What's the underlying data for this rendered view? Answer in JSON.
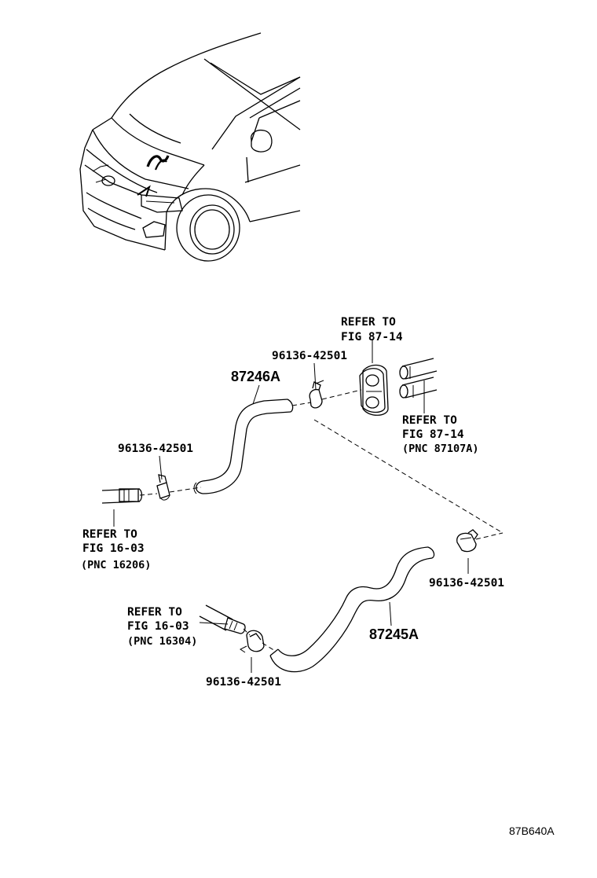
{
  "parts": {
    "hose_upper": "87246A",
    "hose_lower": "87245A",
    "clamp_top": "96136-42501",
    "clamp_left": "96136-42501",
    "clamp_right": "96136-42501",
    "clamp_bottom": "96136-42501"
  },
  "references": {
    "ref_top": {
      "line1": "REFER TO",
      "line2": "FIG 87-14"
    },
    "ref_right": {
      "line1": "REFER TO",
      "line2": "FIG 87-14",
      "line3": "(PNC 87107A)"
    },
    "ref_left": {
      "line1": "REFER TO",
      "line2": "FIG 16-03",
      "line3": "(PNC 16206)"
    },
    "ref_bottom": {
      "line1": "REFER TO",
      "line2": "FIG 16-03",
      "line3": "(PNC 16304)"
    }
  },
  "diagram_id": "87B640A"
}
